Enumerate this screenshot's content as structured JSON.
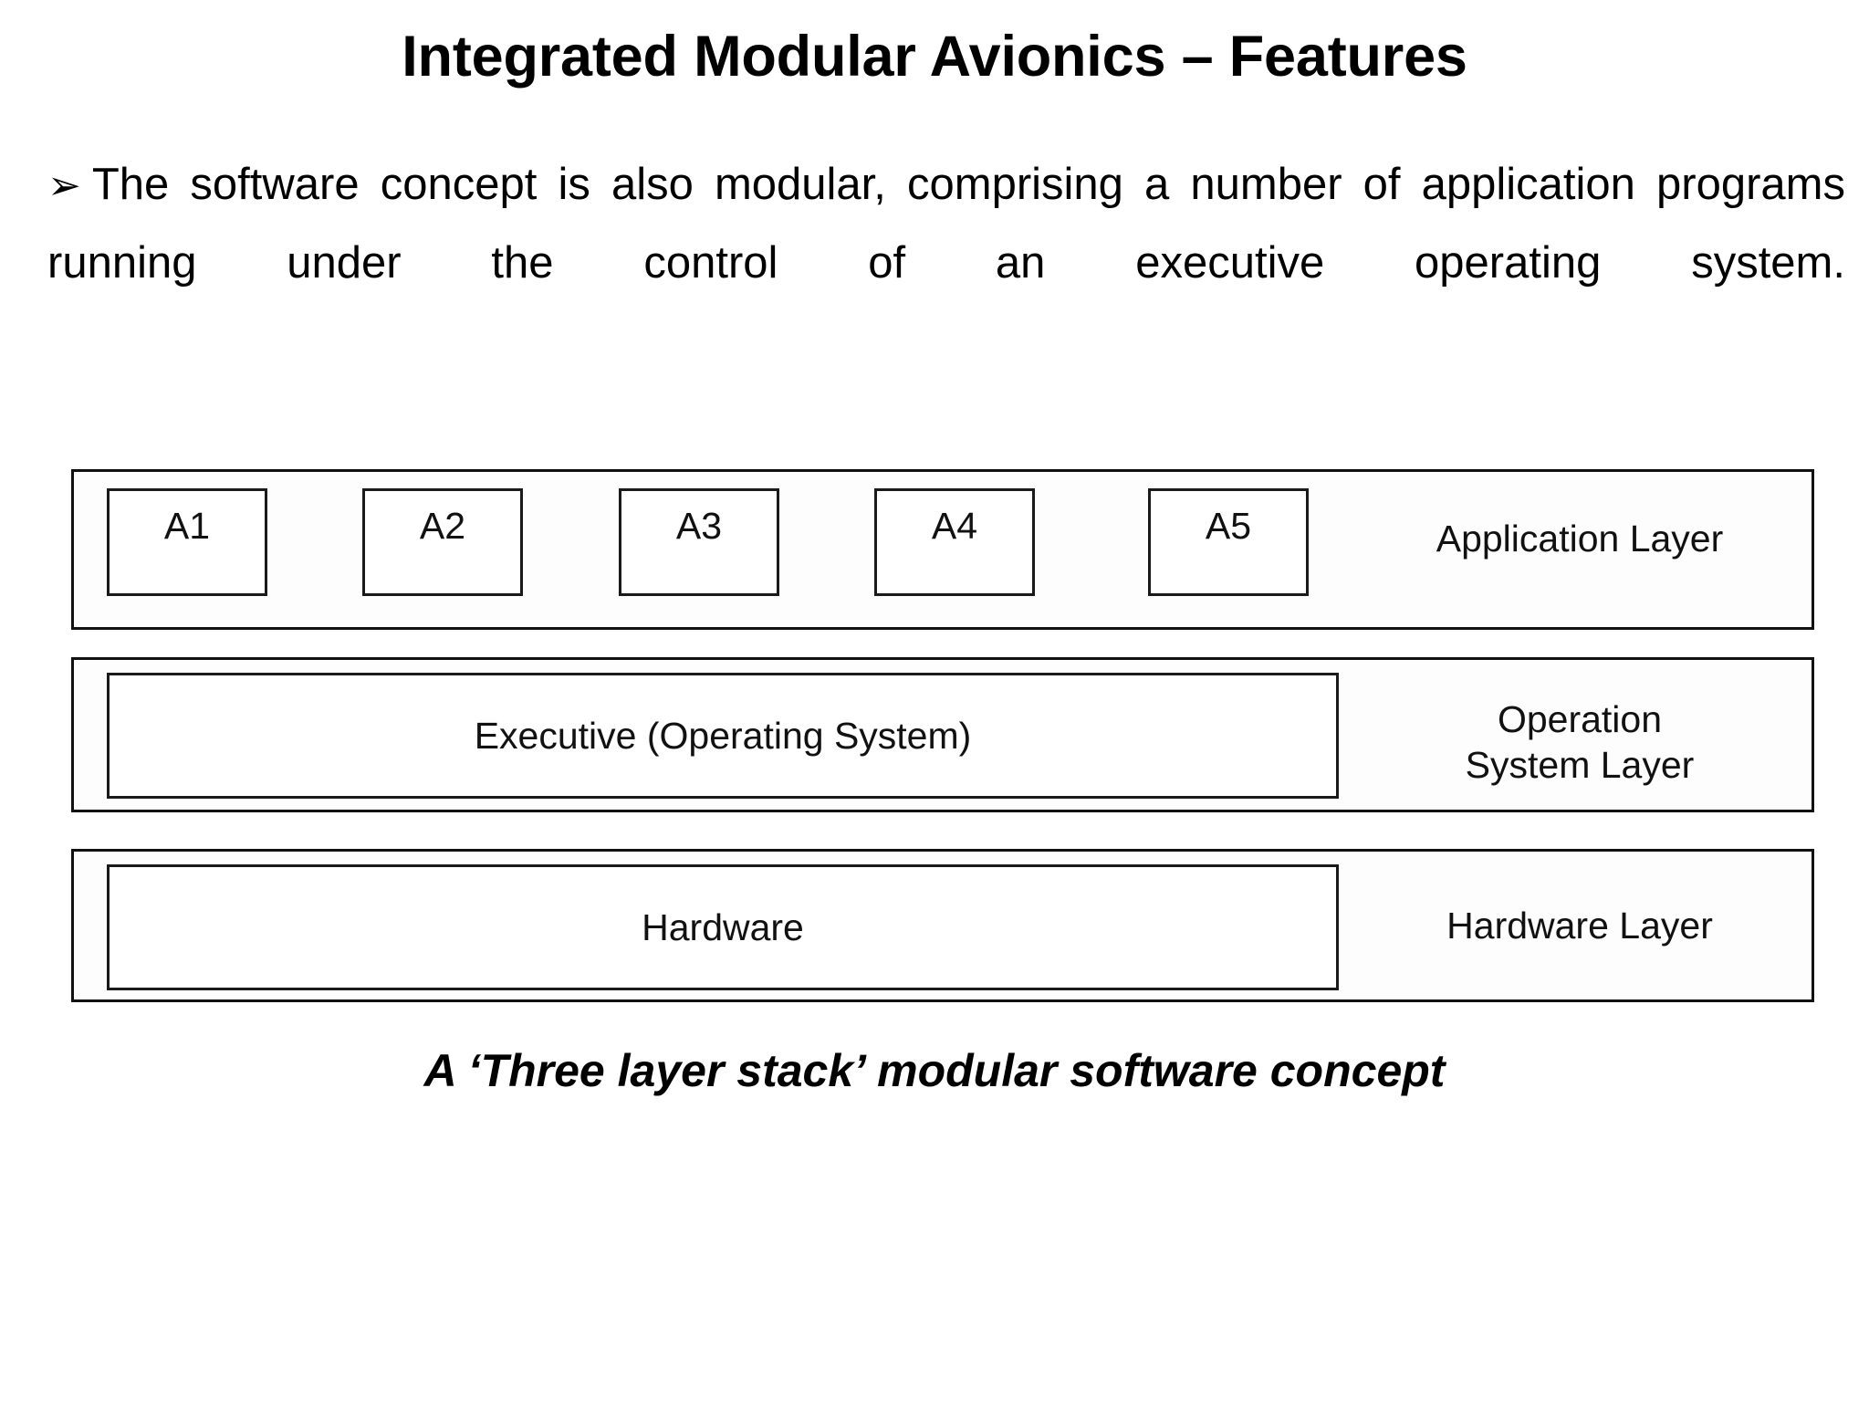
{
  "slide": {
    "title": "Integrated Modular Avionics – Features",
    "bullet_glyph": "➢",
    "body_text": "The software concept is also modular, comprising a number of application programs running under the control of an executive operating system.",
    "caption": "A ‘Three layer stack’ modular software concept"
  },
  "diagram": {
    "type": "block-stack",
    "title": "Three layer stack modular software concept",
    "layers": [
      {
        "id": "application",
        "name": "Application Layer",
        "blocks": [
          {
            "label": "A1"
          },
          {
            "label": "A2"
          },
          {
            "label": "A3"
          },
          {
            "label": "A4"
          },
          {
            "label": "A5"
          }
        ]
      },
      {
        "id": "operating-system",
        "name_line1": "Operation",
        "name_line2": "System  Layer",
        "block_label": "Executive (Operating System)"
      },
      {
        "id": "hardware",
        "name": "Hardware  Layer",
        "block_label": "Hardware"
      }
    ]
  },
  "colors": {
    "background": "#ffffff",
    "text": "#000000",
    "diagram_stroke": "#111111",
    "diagram_fill": "#ffffff"
  }
}
